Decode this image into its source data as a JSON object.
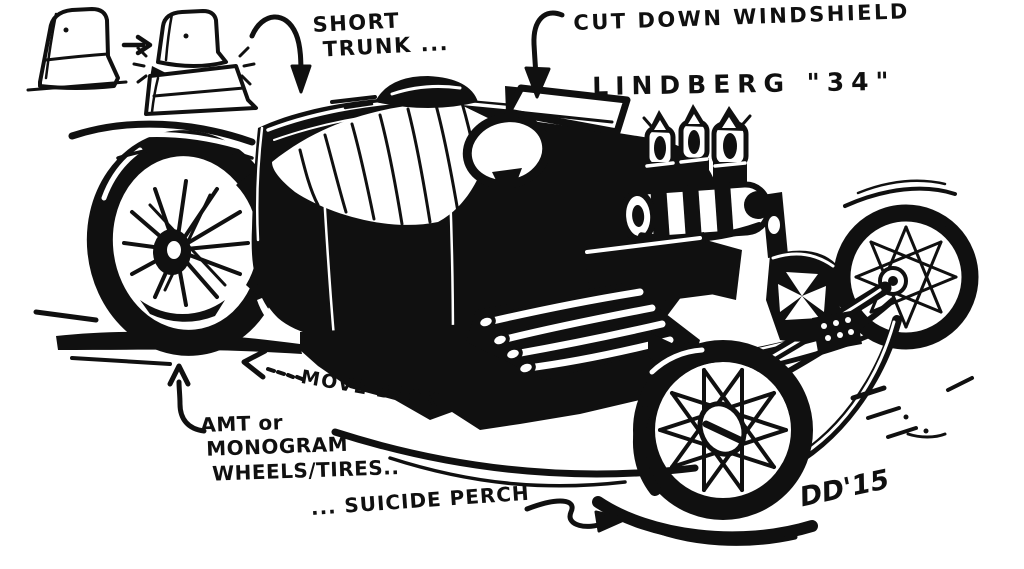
{
  "title": "LINDBERG \"34\" hot rod concept sketch",
  "colors": {
    "ink": "#101010",
    "paper": "#ffffff"
  },
  "annotations": {
    "short_trunk": {
      "line1": "SHORT",
      "line2": "TRUNK ..."
    },
    "cut_down_windshield": "CUT DOWN WINDSHIELD",
    "model_title": "LINDBERG \"34\"",
    "move_back": "MOVE BACK",
    "wheels": {
      "line1": "AMT or",
      "line2": "MONOGRAM",
      "line3": "WHEELS/TIRES.."
    },
    "suicide_perch": "... SUICIDE PERCH",
    "signature": "DD'15"
  },
  "figure": {
    "subject": "ink sketch of a chopped 1934 hot rod roadster with exposed blown engine, spoked wheels and iron-cross tank",
    "thumbnails": [
      "stock-trunk",
      "sectioned-short-trunk"
    ]
  }
}
